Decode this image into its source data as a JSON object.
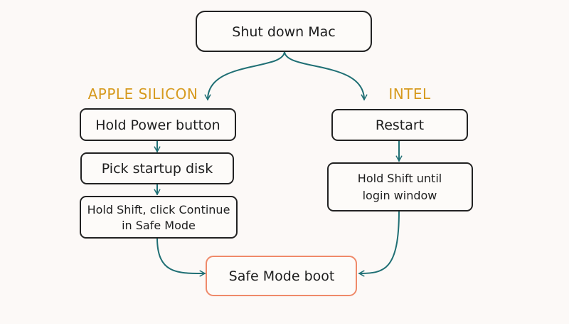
{
  "colors": {
    "arrow": "#1f6f74",
    "branch_label": "#d69a1e",
    "node_border": "#222222",
    "accent_border": "#ef8a6a",
    "background": "#fcf9f7"
  },
  "nodes": {
    "shutdown": "Shut down Mac",
    "hold_power": "Hold Power button",
    "pick_disk": "Pick startup disk",
    "hold_shift_continue": [
      "Hold Shift, click Continue",
      "in Safe Mode"
    ],
    "restart": "Restart",
    "hold_shift_login": [
      "Hold Shift until",
      "login window"
    ],
    "safe_mode": "Safe Mode boot"
  },
  "branches": {
    "apple_silicon": "APPLE SILICON",
    "intel": "INTEL"
  }
}
